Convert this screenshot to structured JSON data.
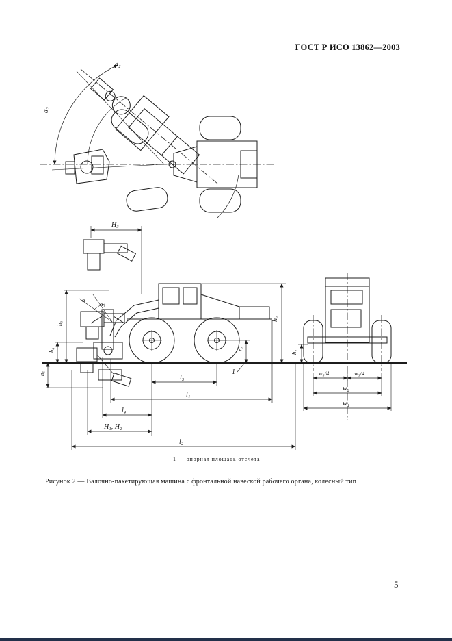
{
  "page": {
    "header": "ГОСТ Р ИСО 13862—2003",
    "note": "1 — опорная площадь отсчета",
    "caption": "Рисунок 2 — Валочно-пакетирующая машина с фронтальной навеской рабочего органа, колесный тип",
    "page_number": "5"
  },
  "figure": {
    "top_view": {
      "d2": "d₂",
      "alpha2": "α₂"
    },
    "side_view": {
      "H3": "H₃",
      "alpha": "α",
      "alpha1": "α₁",
      "h3": "h₃",
      "h4": "h₄",
      "h5": "h₅",
      "h1": "h₁",
      "r2": "r₂",
      "ref": "1",
      "l3": "l₃",
      "l1": "l₁",
      "l4": "l₄",
      "H1H2": "H₁, H₂",
      "l2": "l₂"
    },
    "rear_view": {
      "w34_left": "w₃/4",
      "w34_right": "w₃/4",
      "w2": "w₂",
      "w1": "w₁",
      "h2": "h₂"
    }
  }
}
